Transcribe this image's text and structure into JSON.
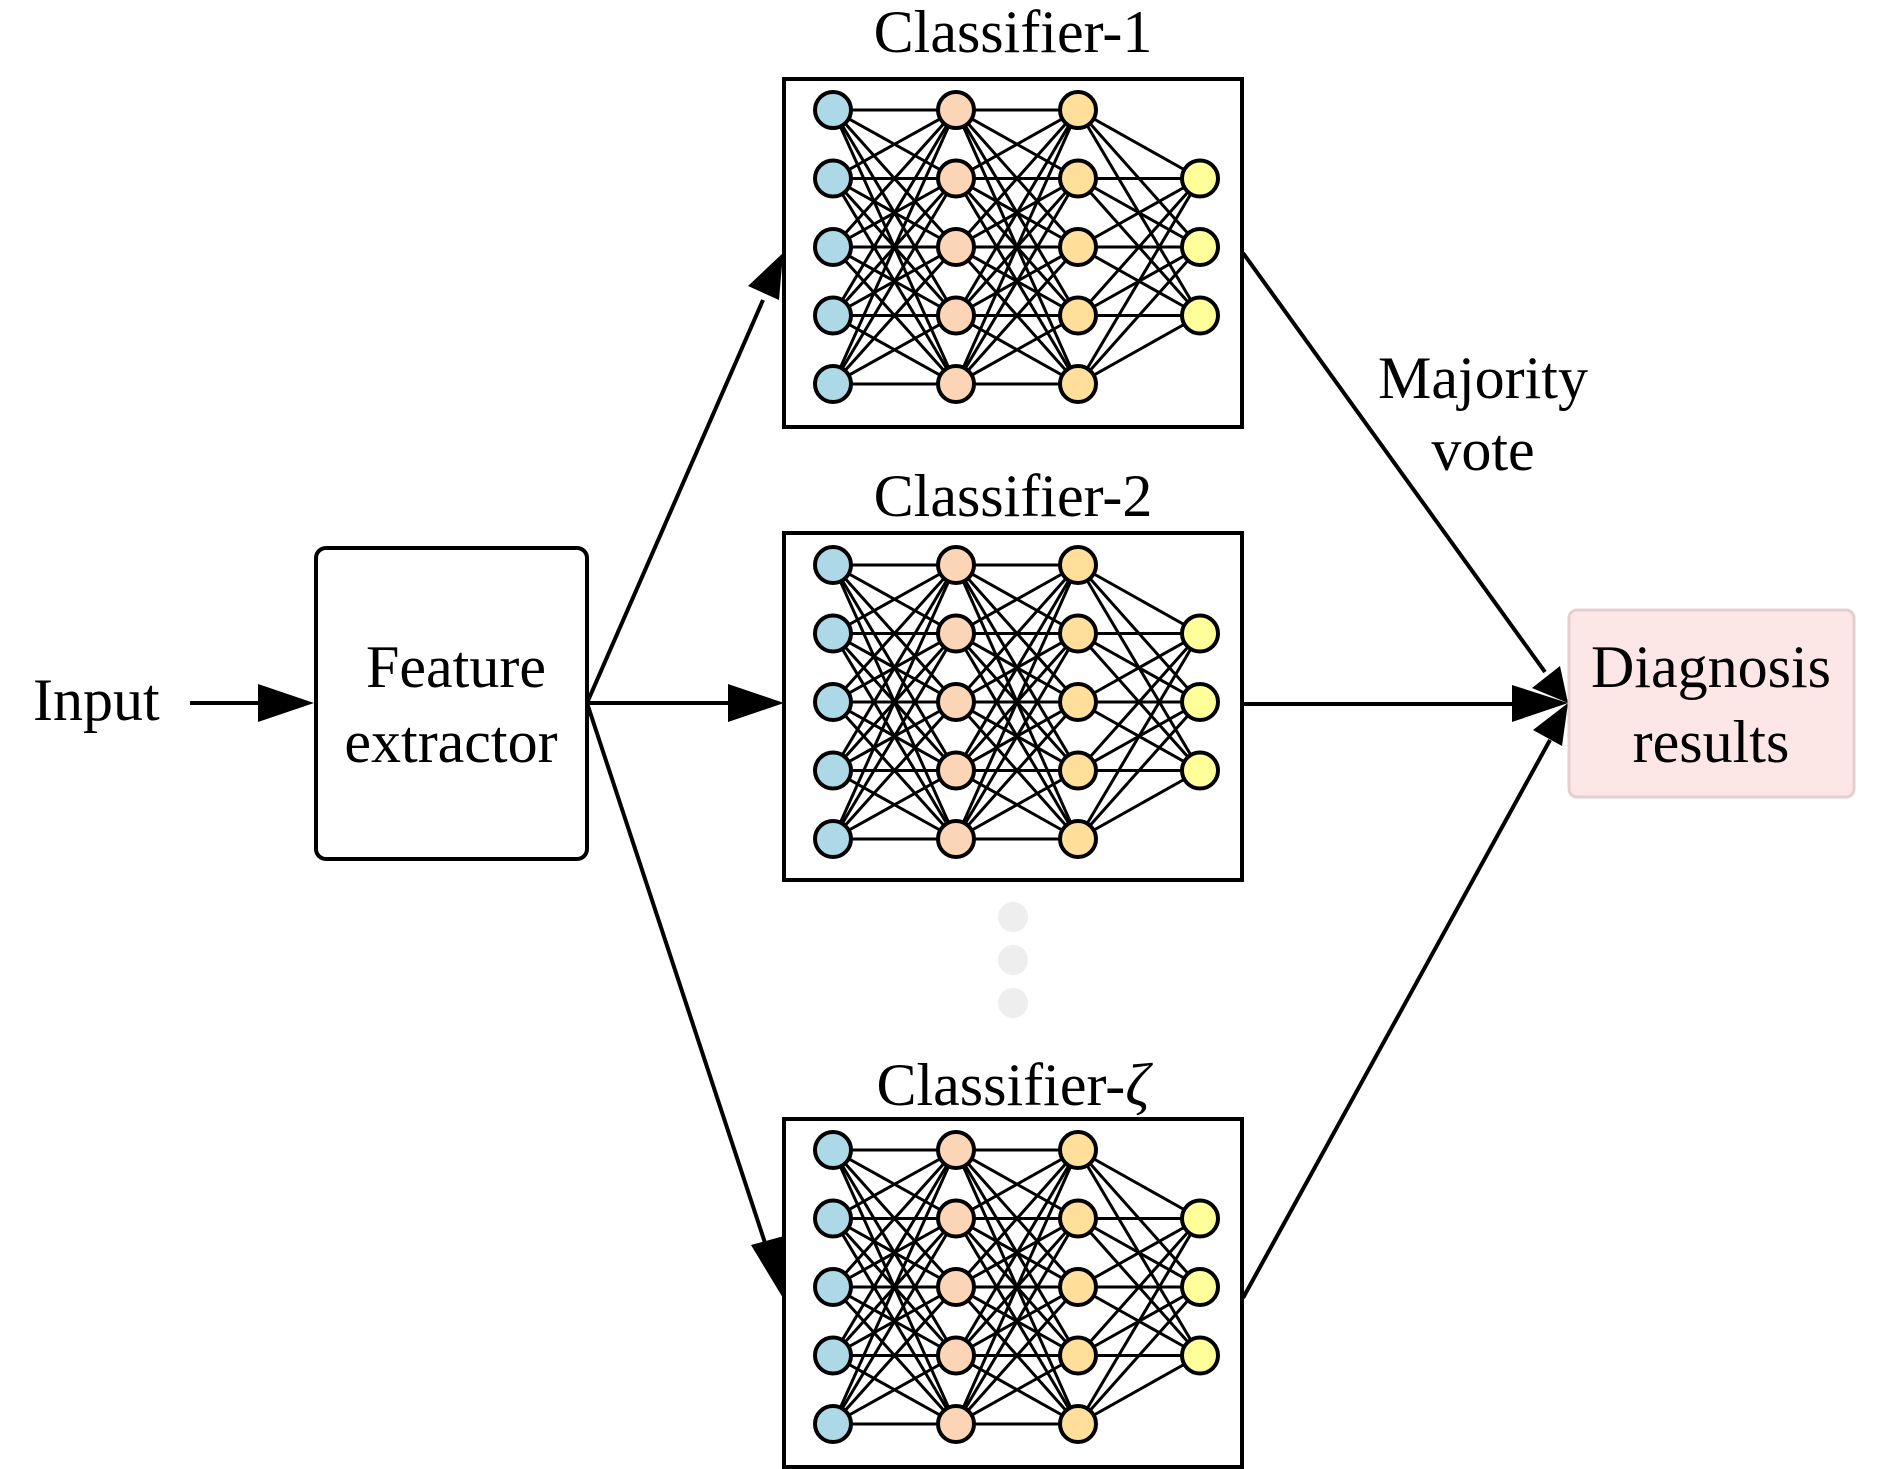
{
  "diagram": {
    "input_label": "Input",
    "feature_extractor": {
      "line1": "Feature",
      "line2": "extractor"
    },
    "classifiers": [
      {
        "label": "Classifier-1"
      },
      {
        "label": "Classifier-2"
      },
      {
        "label_prefix": "Classifier-",
        "label_symbol": "ζ"
      }
    ],
    "network_layers": [
      5,
      5,
      5,
      3
    ],
    "layer_colors": [
      "#add8e6",
      "#fbd5b5",
      "#ffdf9a",
      "#ffff99"
    ],
    "ellipsis": "⋮",
    "majority_vote": {
      "line1": "Majority",
      "line2": "vote"
    },
    "output": {
      "line1": "Diagnosis",
      "line2": "results"
    },
    "colors": {
      "output_fill": "#fde6e6",
      "output_border": "#e3cfcf",
      "ellipsis_dots": "#eeeeee"
    }
  }
}
